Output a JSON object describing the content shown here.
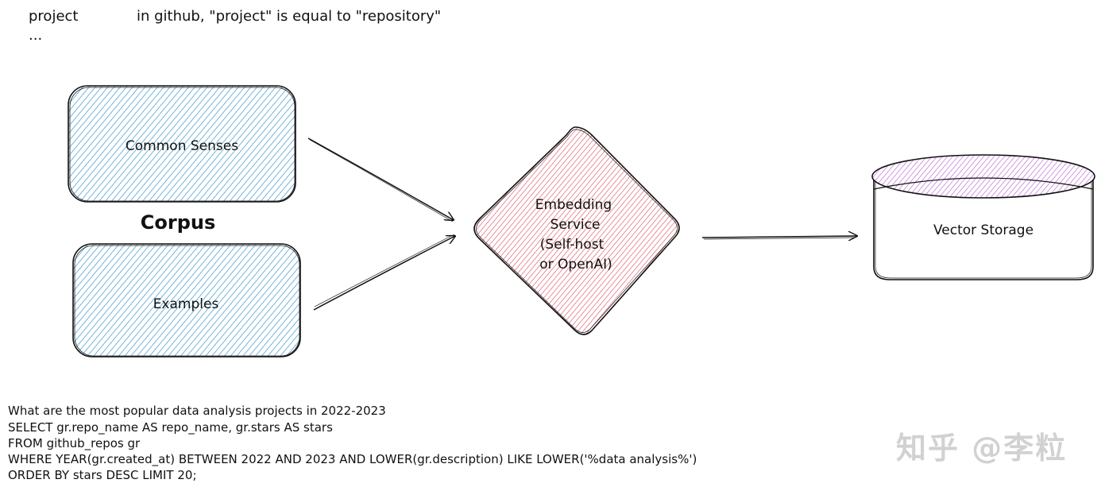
{
  "note": {
    "term": "project",
    "definition": "in github, \"project\" is equal to \"repository\"",
    "ellipsis": "..."
  },
  "nodes": {
    "common_senses": {
      "label": "Common Senses",
      "color": "#2a8fc4"
    },
    "examples": {
      "label": "Examples",
      "color": "#2a8fc4"
    },
    "corpus": {
      "label": "Corpus"
    },
    "embedding": {
      "lines": [
        "Embedding",
        "Service",
        "(Self-host",
        "or OpenAI)"
      ],
      "color": "#d83a4e"
    },
    "vector_storage": {
      "label": "Vector Storage",
      "color": "#b04ac8"
    }
  },
  "query": {
    "question": "What are the most popular data analysis projects in 2022-2023",
    "lines": [
      "SELECT gr.repo_name AS repo_name, gr.stars AS stars",
      "FROM github_repos gr",
      "WHERE YEAR(gr.created_at) BETWEEN 2022 AND 2023 AND LOWER(gr.description) LIKE LOWER('%data analysis%')",
      "ORDER BY stars DESC LIMIT 20;"
    ]
  },
  "watermark": {
    "text": "知乎 @李粒"
  }
}
